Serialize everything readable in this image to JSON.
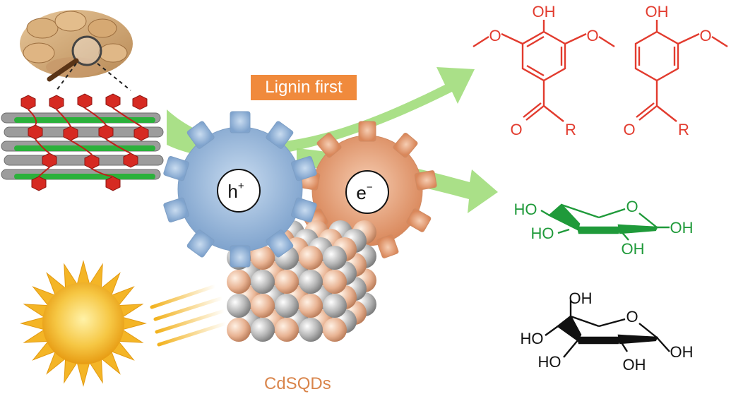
{
  "lignin_label": "Lignin first",
  "hole_symbol": "h",
  "hole_sup": "+",
  "electron_symbol": "e",
  "electron_sup": "−",
  "quantum_dot_label": "CdSQDs",
  "product_1": {
    "top": "OH",
    "left": "O",
    "right": "O",
    "sub": "R",
    "carbonyl": "O"
  },
  "product_2": {
    "top": "OH",
    "right": "O",
    "sub": "R",
    "carbonyl": "O"
  },
  "xylose": {
    "ho_left": "HO",
    "ho_bottom": "HO",
    "oh_bottom": "OH",
    "oh_right": "OH",
    "ring_o": "O"
  },
  "glucose": {
    "oh_top": "OH",
    "ho_left": "HO",
    "ho_bottom": "HO",
    "oh_bottom": "OH",
    "oh_right": "OH",
    "ring_o": "O"
  },
  "colors": {
    "lignin": "#e23b2e",
    "cellulose": "#1f9a3a",
    "glucose": "#111111",
    "gear_h": "#8fb1d8",
    "gear_e": "#e7a27e",
    "arrow": "#8fd46a",
    "sun": "#f2b21e"
  }
}
